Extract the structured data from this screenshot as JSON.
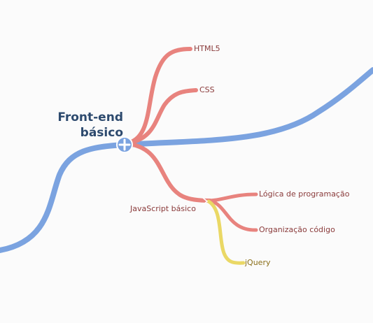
{
  "main_node": {
    "title_line1": "Front-end",
    "title_line2": "básico",
    "expand_symbol": "+"
  },
  "children": {
    "html5": "HTML5",
    "css": "CSS",
    "javascript": "JavaScript básico",
    "logica": "Lógica de programação",
    "organizacao": "Organização código",
    "jquery": "jQuery"
  },
  "colors": {
    "main_path": "#7ba3e0",
    "branch_red": "#e8837e",
    "branch_yellow": "#ead865",
    "title": "#2d4a6e",
    "background": "#fbfbfb"
  }
}
